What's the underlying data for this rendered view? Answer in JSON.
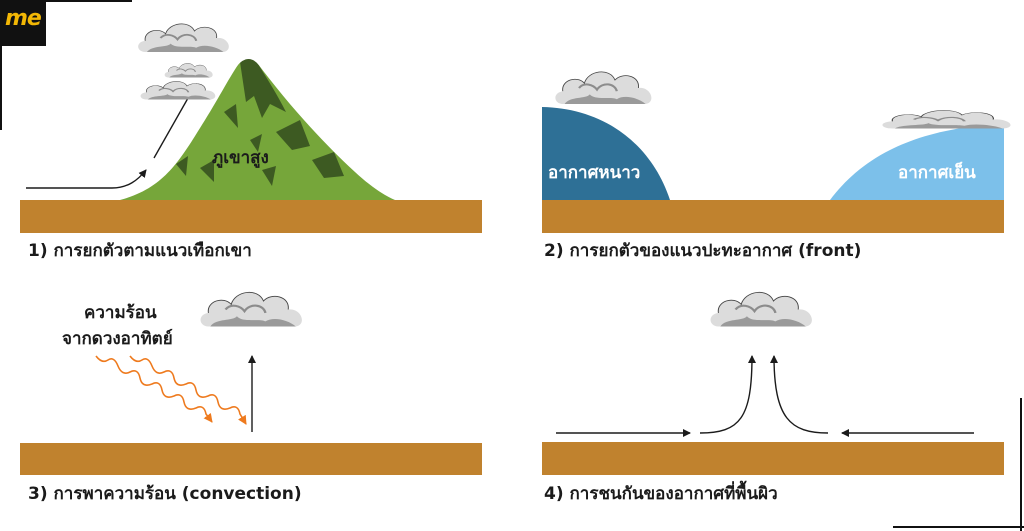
{
  "logo": {
    "text": "me"
  },
  "panels": [
    {
      "caption": "1) การยกตัวตามแนวเทือกเขา",
      "label": "ภูเขาสูง"
    },
    {
      "caption": "2) การยกตัวของแนวปะทะอากาศ (front)",
      "label_left": "อากาศหนาว",
      "label_right": "อากาศเย็น"
    },
    {
      "caption": "3) การพาความร้อน (convection)",
      "label_line1": "ความร้อน",
      "label_line2": "จากดวงอาทิตย์"
    },
    {
      "caption": "4) การชนกันของอากาศที่พื้นผิว"
    }
  ],
  "colors": {
    "ground": "#c0822e",
    "mountain": "#76a63a",
    "mountain_shadow": "#3d5a22",
    "cold_air": "#2e7096",
    "cool_air": "#7cc0ea",
    "heat_wave": "#ee7a1e",
    "cloud_light": "#dcdcdc",
    "cloud_dark": "#8c8c8c"
  }
}
